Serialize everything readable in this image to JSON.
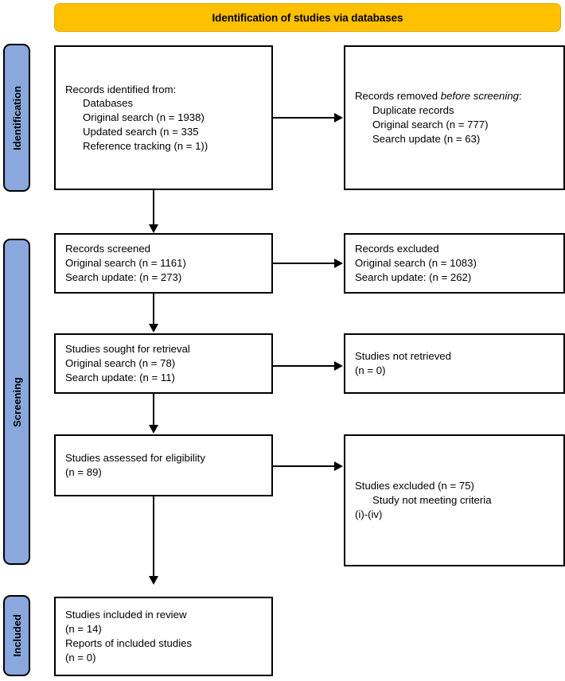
{
  "banner": {
    "title": "Identification of studies via databases"
  },
  "stages": [
    {
      "id": "identification",
      "label": "Identification"
    },
    {
      "id": "screening",
      "label": "Screening"
    },
    {
      "id": "included",
      "label": "Included"
    }
  ],
  "boxes": {
    "records_identified": {
      "title": "Records identified from:",
      "lines": [
        "Databases",
        "Original search (n = 1938)",
        "Updated search (n = 335",
        "Reference tracking (n = 1))"
      ]
    },
    "records_removed": {
      "title_part1": "Records removed ",
      "title_italic": "before screening",
      "title_part2": ":",
      "lines": [
        "Duplicate records",
        "Original search (n = 777)",
        "Search update (n = 63)"
      ]
    },
    "records_screened": {
      "lines": [
        "Records screened",
        "Original search (n = 1161)",
        "Search update: (n = 273)"
      ]
    },
    "records_excluded": {
      "lines": [
        "Records excluded",
        "Original search (n = 1083)",
        "Search update: (n = 262)"
      ]
    },
    "studies_sought": {
      "lines": [
        "Studies sought for retrieval",
        "Original search (n = 78)",
        "Search update: (n = 11)"
      ]
    },
    "studies_not_retrieved": {
      "lines": [
        "Studies not retrieved",
        "(n = 0)"
      ]
    },
    "studies_assessed": {
      "lines": [
        "Studies assessed for eligibility",
        "(n = 89)"
      ]
    },
    "studies_excluded": {
      "title": "Studies excluded (n = 75)",
      "indented": "Study not meeting criteria",
      "last": "(i)-(iv)"
    },
    "studies_included": {
      "lines": [
        "Studies included in review",
        "(n = 14)",
        "Reports of included studies",
        "(n = 0)"
      ]
    }
  },
  "colors": {
    "banner_fill": "#FFC000",
    "stage_fill": "#8AA7DE",
    "box_border": "#000000",
    "box_fill": "#FFFFFF",
    "text": "#000000"
  }
}
